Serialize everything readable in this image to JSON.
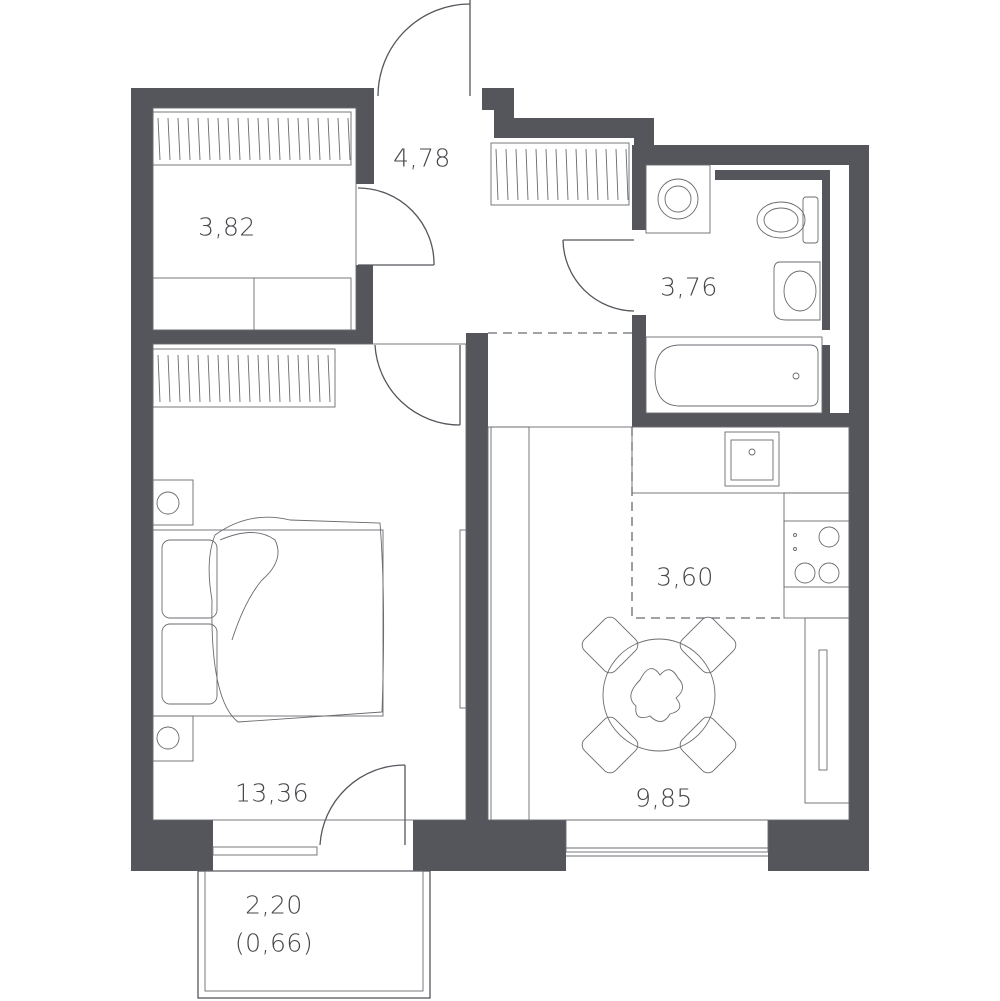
{
  "colors": {
    "wall": "#55565c",
    "line": "#55565c",
    "background": "#ffffff"
  },
  "rooms": {
    "closet": {
      "area": "3,82"
    },
    "hallway": {
      "area": "4,78"
    },
    "bathroom": {
      "area": "3,76"
    },
    "bedroom": {
      "area": "13,36"
    },
    "kitchen": {
      "area": "3,60"
    },
    "living": {
      "area": "9,85"
    },
    "balcony": {
      "area": "2,20",
      "reduced_area": "(0,66)"
    }
  },
  "icons": [
    "washer-icon",
    "toilet-icon",
    "sink-icon",
    "bathtub-icon",
    "kitchen-sink-icon",
    "stove-icon",
    "bed-icon",
    "dining-table-icon",
    "tv-icon",
    "wardrobe-icon"
  ]
}
